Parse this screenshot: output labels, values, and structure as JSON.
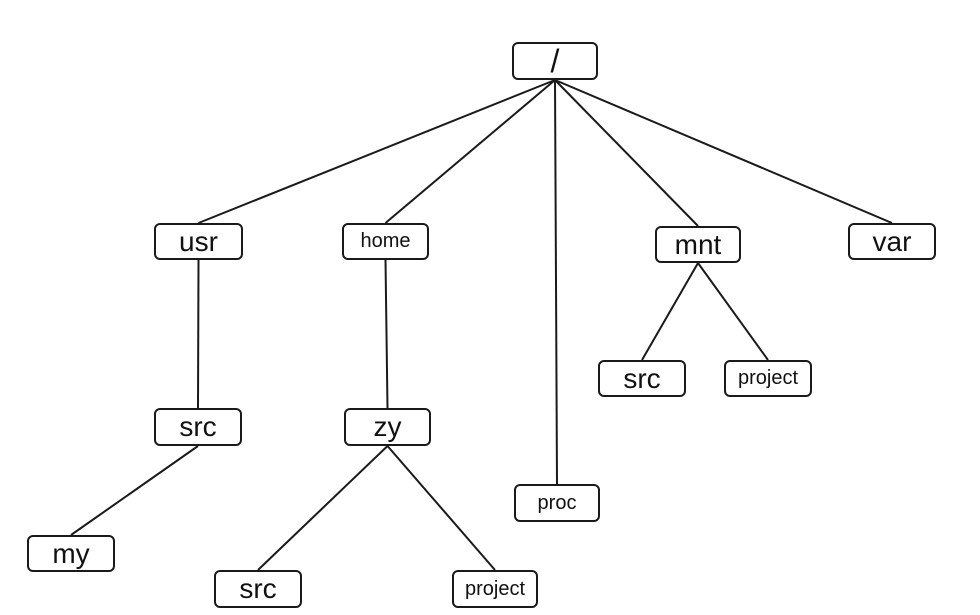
{
  "tree": {
    "nodes": {
      "root": "/",
      "usr": "usr",
      "home": "home",
      "proc": "proc",
      "mnt": "mnt",
      "var": "var",
      "usr_src": "src",
      "my": "my",
      "zy": "zy",
      "zy_src": "src",
      "zy_project": "project",
      "mnt_src": "src",
      "mnt_project": "project"
    },
    "edges": [
      [
        "root",
        "usr"
      ],
      [
        "root",
        "home"
      ],
      [
        "root",
        "proc"
      ],
      [
        "root",
        "mnt"
      ],
      [
        "root",
        "var"
      ],
      [
        "usr",
        "usr_src"
      ],
      [
        "usr_src",
        "my"
      ],
      [
        "home",
        "zy"
      ],
      [
        "zy",
        "zy_src"
      ],
      [
        "zy",
        "zy_project"
      ],
      [
        "mnt",
        "mnt_src"
      ],
      [
        "mnt",
        "mnt_project"
      ]
    ]
  }
}
